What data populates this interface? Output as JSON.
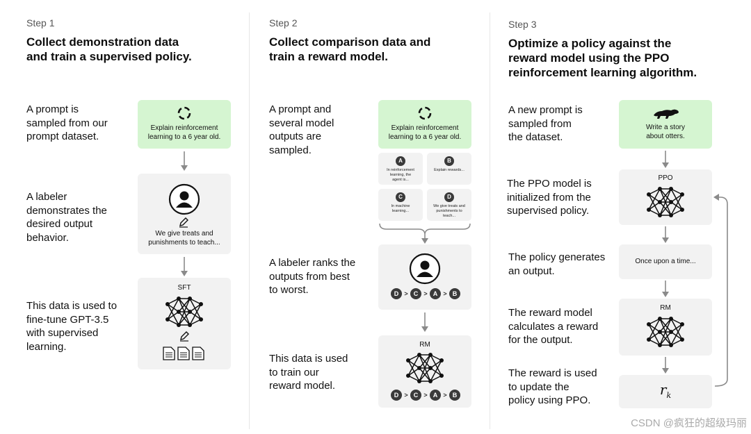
{
  "step1": {
    "label": "Step 1",
    "title_lines": [
      "Collect demonstration data",
      "and train a supervised policy."
    ],
    "desc1": [
      "A prompt is",
      "sampled from our",
      "prompt dataset."
    ],
    "prompt_lines": [
      "Explain reinforcement",
      "learning to a 6 year old."
    ],
    "desc2": [
      "A labeler",
      "demonstrates the",
      "desired output",
      "behavior."
    ],
    "demo_lines": [
      "We give treats and",
      "punishments to teach..."
    ],
    "desc3": [
      "This data is used to",
      "fine-tune GPT-3.5",
      "with supervised",
      "learning."
    ],
    "model_label": "SFT"
  },
  "step2": {
    "label": "Step 2",
    "title_lines": [
      "Collect comparison data and",
      "train a reward model."
    ],
    "desc1": [
      "A prompt and",
      "several model",
      "outputs are",
      "sampled."
    ],
    "prompt_lines": [
      "Explain reinforcement",
      "learning to a 6 year old."
    ],
    "outputs": [
      {
        "letter": "A",
        "lines": [
          "In reinforcement",
          "learning, the",
          "agent is..."
        ]
      },
      {
        "letter": "B",
        "lines": [
          "Explain rewards..."
        ]
      },
      {
        "letter": "C",
        "lines": [
          "In machine",
          "learning..."
        ]
      },
      {
        "letter": "D",
        "lines": [
          "We give treats and",
          "punishments to",
          "teach..."
        ]
      }
    ],
    "desc2": [
      "A labeler ranks the",
      "outputs from best",
      "to worst."
    ],
    "ranking": [
      "D",
      "C",
      "A",
      "B"
    ],
    "desc3": [
      "This data is used",
      "to train our",
      "reward model."
    ],
    "model_label": "RM"
  },
  "step3": {
    "label": "Step 3",
    "title_lines": [
      "Optimize a policy against the",
      "reward model using the PPO",
      "reinforcement learning algorithm."
    ],
    "desc1": [
      "A new prompt is",
      "sampled from",
      "the dataset."
    ],
    "prompt_lines": [
      "Write a story",
      "about otters."
    ],
    "desc2": [
      "The PPO model is",
      "initialized from the",
      "supervised policy."
    ],
    "ppo_label": "PPO",
    "desc3": [
      "The policy generates",
      "an output."
    ],
    "output_text": "Once upon a time...",
    "desc4": [
      "The reward model",
      "calculates a reward",
      "for the output."
    ],
    "rm_label": "RM",
    "desc5": [
      "The reward is used",
      "to update the",
      "policy using PPO."
    ],
    "reward_symbol": "r",
    "reward_sub": "k"
  },
  "watermark": "CSDN @疯狂的超级玛丽",
  "colors": {
    "green_card": "#d5f5d1",
    "gray_card": "#f2f2f2",
    "dark": "#3a3a3a",
    "arrow": "#8a8a8a"
  }
}
